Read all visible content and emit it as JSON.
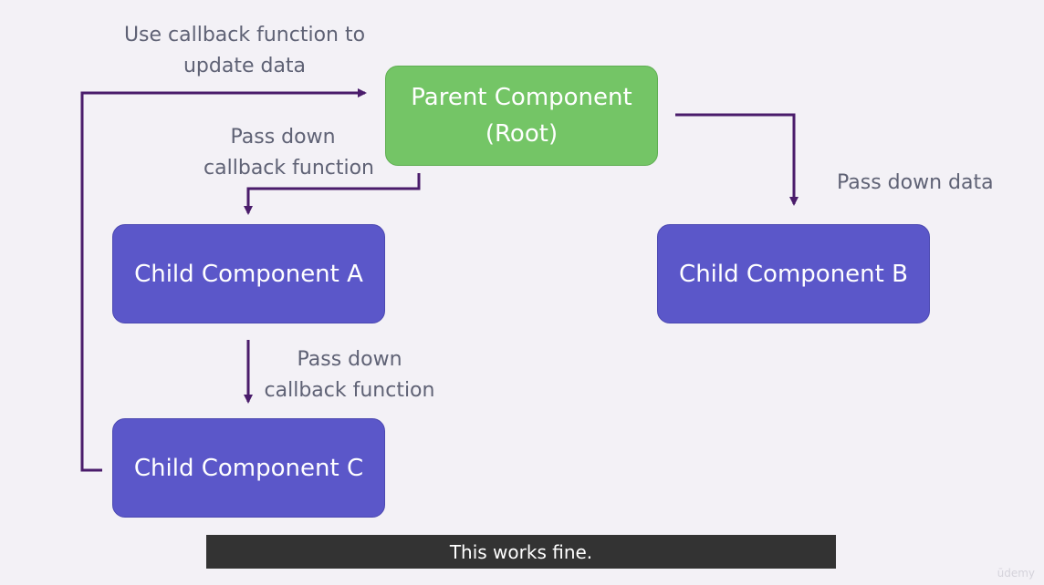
{
  "nodes": {
    "parent": {
      "line1": "Parent Component",
      "line2": "(Root)"
    },
    "child_a": "Child Component A",
    "child_b": "Child Component B",
    "child_c": "Child Component C"
  },
  "edge_labels": {
    "update_data": {
      "line1": "Use callback function to",
      "line2": "update data"
    },
    "pass_callback_a": {
      "line1": "Pass down",
      "line2": "callback function"
    },
    "pass_data": "Pass down data",
    "pass_callback_c": {
      "line1": "Pass down",
      "line2": "callback function"
    }
  },
  "caption": "This works fine.",
  "watermark": "ūdemy",
  "colors": {
    "background": "#f3f1f6",
    "parent_fill": "#74c566",
    "child_fill": "#5b57c9",
    "arrow": "#4a1c6b",
    "label_text": "#5f6275",
    "caption_bg": "#333333"
  }
}
